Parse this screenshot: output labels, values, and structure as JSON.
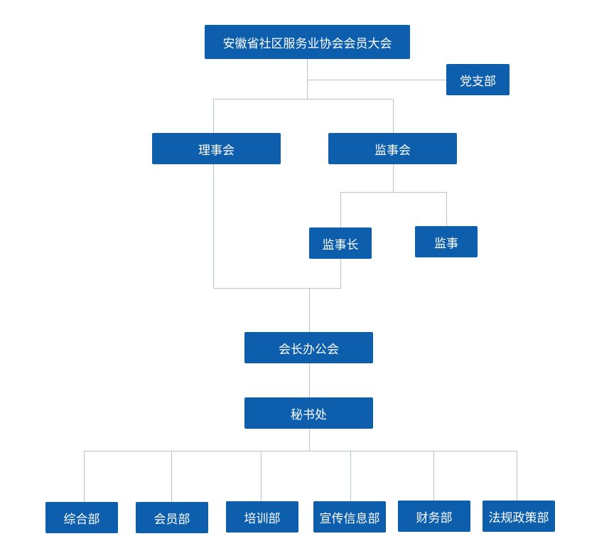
{
  "nodes": {
    "assembly": "安徽省社区服务业协会会员大会",
    "party_branch": "党支部",
    "council": "理事会",
    "supervisory_board": "监事会",
    "chief_supervisor": "监事长",
    "supervisor": "监事",
    "president_office_meeting": "会长办公会",
    "secretariat": "秘书处",
    "departments": [
      "综合部",
      "会员部",
      "培训部",
      "宣传信息部",
      "财务部",
      "法规政策部"
    ]
  },
  "colors": {
    "node_fill": "#0d5fae",
    "node_text": "#ffffff",
    "connector": "#b9c3cf",
    "background": "#ffffff"
  }
}
